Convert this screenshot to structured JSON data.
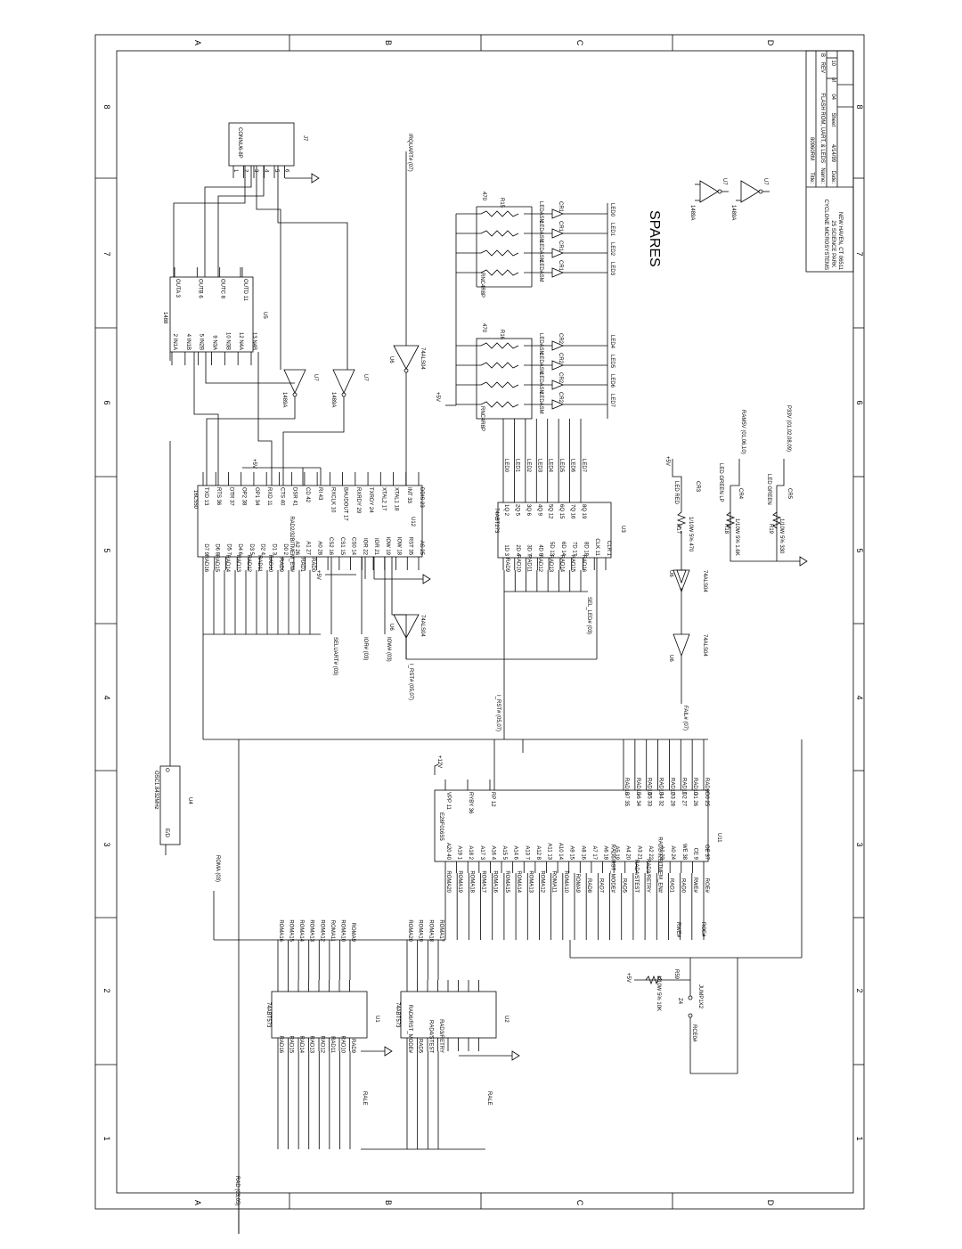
{
  "zones": {
    "columns": [
      "A",
      "B",
      "C",
      "D"
    ],
    "rows": [
      "8",
      "7",
      "6",
      "5",
      "4",
      "3",
      "2",
      "1"
    ]
  },
  "sheet_title": "SPARES",
  "title_block": {
    "title_label": "Title:",
    "title": "80960RM",
    "name_label": "Name:",
    "name": "FLASH ROM, UART, & LEDS",
    "rev_label": "REV",
    "rev": "B",
    "date_label": "Date:",
    "date": "4/14/99",
    "sheet_label": "Sheet",
    "sheet": "04",
    "of_label": "of",
    "of": "10",
    "company": "CYCLONE MICROSYSTEMS",
    "address1": "25 SCIENCE PARK",
    "address2": "NEW HAVEN, CT 06511"
  },
  "components": {
    "j7": {
      "ref": "J7",
      "part": "CONNU6-8P",
      "pins": [
        "1",
        "2",
        "3",
        "4",
        "5",
        "6"
      ]
    },
    "u5": {
      "ref": "U5",
      "part": "1488",
      "left_pins": [
        "2 IN1A",
        "4 IN1B",
        "5 IN2B",
        "9 N3A",
        "10 N3B",
        "12 N4A",
        "13 N4B"
      ],
      "right_pins": [
        "OUTA 3",
        "OUTB 6",
        "OUTC 8",
        "OUTD 11"
      ]
    },
    "u7": {
      "ref": "U7",
      "part": "1489A"
    },
    "u6": {
      "ref": "U6",
      "part": "74ALS04"
    },
    "u12": {
      "ref": "U12",
      "part": "16C550",
      "left_pins": [
        "D7 9",
        "D6 8",
        "D5 7",
        "D4 6",
        "D3 5",
        "D2 4",
        "D1 3",
        "D0 2",
        "A2 26",
        "A1 27",
        "A0 28",
        "CS2 16",
        "CS1 15",
        "CS0 14",
        "IOR 22",
        "IOR 21",
        "IOW 19",
        "IOW 18",
        "RST 35",
        "AS 25"
      ],
      "right_pins": [
        "TXD 13",
        "RTS 36",
        "DTR 37",
        "OP2 38",
        "OP1 34",
        "RXD 11",
        "CTS 40",
        "DSR 41",
        "CD 42",
        "RI 43",
        "RXCLK 10",
        "BAUDOUT 17",
        "RXRDY 29",
        "TXRDY 24",
        "XTAL2 17",
        "XTAL1 18",
        "INT 33",
        "DDIS 23"
      ]
    },
    "u3": {
      "ref": "U3",
      "part": "74ABT273",
      "left_pins": [
        "1D 3",
        "2D 4",
        "3D 7",
        "4D 8",
        "5D 13",
        "6D 14",
        "7D 17",
        "8D 18",
        "CLK 11",
        "CLR 1"
      ],
      "right_pins": [
        "1Q 2",
        "2Q 5",
        "3Q 6",
        "4Q 9",
        "5Q 12",
        "6Q 15",
        "7Q 16",
        "8Q 19"
      ]
    },
    "u4": {
      "ref": "U4",
      "part": "OSC1.8432MHz",
      "pins": [
        "E/D",
        "O"
      ]
    },
    "u11": {
      "ref": "U11",
      "part": "E28F016S5",
      "left_pins": [
        "A20 40",
        "A19 1",
        "A18 2",
        "A17 3",
        "A16 4",
        "A15 5",
        "A14 6",
        "A13 7",
        "A12 8",
        "A11 13",
        "A10 14",
        "A9 15",
        "A8 16",
        "A7 17",
        "A6 18",
        "A5 19",
        "A4 20",
        "A3 21",
        "A2 22",
        "A1 23",
        "A0 24",
        "WE 38",
        "CE 9",
        "OE 37"
      ],
      "top_pins": [
        "VPP 11",
        "RYBY 36",
        "RP 12"
      ],
      "right_pins": [
        "D7 35",
        "D6 34",
        "D5 33",
        "D4 32",
        "D3 28",
        "D2 27",
        "D1 26",
        "D0 25"
      ]
    },
    "u1": {
      "ref": "U1",
      "part": "74ABT573"
    },
    "u2": {
      "ref": "U2",
      "part": "74ABT573"
    },
    "r15": {
      "ref": "R15",
      "value": "470",
      "part": "RNC4R8P"
    },
    "r16": {
      "ref": "R16",
      "value": "470",
      "part": "RNC4R8P"
    },
    "r17": {
      "ref": "R17",
      "value": "1/10W 5% 470"
    },
    "r18": {
      "ref": "R18",
      "value": "1/10W 5% 1.6K"
    },
    "r19": {
      "ref": "R19",
      "value": "1/10W 5% 330"
    },
    "r59": {
      "ref": "R59",
      "value": "1/10W 5% 10K"
    },
    "cr3": {
      "ref": "CR3",
      "part": "LED RED"
    },
    "cr4": {
      "ref": "CR4",
      "part": "LED GREEN LP"
    },
    "cr5": {
      "ref": "CR5",
      "part": "LED GREEN"
    },
    "z4": {
      "ref": "Z4",
      "part": "JUMP1X2"
    },
    "ledbank": {
      "part": "LEDASM",
      "refs": [
        "CR1",
        "CR2"
      ]
    }
  },
  "nets": {
    "rad_bus": [
      "RAD16",
      "RAD15",
      "RAD14",
      "RAD13",
      "RAD12",
      "RAD11",
      "RAD10",
      "RAD9"
    ],
    "u12_data": [
      "RAD16",
      "RAD15",
      "RAD14",
      "RAD13",
      "RAD12",
      "RAD11",
      "RAD10",
      "RAD9",
      "RAD2/32BITMEM_EN#",
      "RAD1",
      "RAD0"
    ],
    "u3_in": [
      "RAD9",
      "RAD10",
      "RAD11",
      "RAD12",
      "RAD13",
      "RAD14",
      "RAD15",
      "RAD16"
    ],
    "leds": [
      "LED0",
      "LED1",
      "LED2",
      "LED3",
      "LED4",
      "LED5",
      "LED6",
      "LED7"
    ],
    "roma_hi": [
      "ROMA16",
      "ROMA15",
      "ROMA14",
      "ROMA13",
      "ROMA12",
      "ROMA11",
      "ROMA10",
      "ROMA9"
    ],
    "roma_lo": [
      "ROMA20",
      "ROMA19",
      "ROMA18",
      "ROMA17"
    ],
    "u2_in": [
      "RAD6/RST_MODE#",
      "RAD5",
      "RAD4/STEST",
      "RAD3/RETRY"
    ],
    "u11_addr": [
      "ROMA20",
      "ROMA19",
      "ROMA18",
      "ROMA17",
      "ROMA16",
      "ROMA15",
      "ROMA14",
      "ROMA13",
      "ROMA12",
      "ROMA11",
      "ROMA10",
      "ROMA9",
      "RAD8",
      "RAD7",
      "RAD6/RST_MODE#",
      "RAD5",
      "RAD4/STEST",
      "RAD3/RETRY",
      "RAD2/32BITMEM_EN#",
      "RAD1",
      "RAD0",
      "RWE#",
      "ROE#"
    ],
    "u11_data": [
      "RAD16",
      "RAD15",
      "RAD14",
      "RAD13",
      "RAD12",
      "RAD11",
      "RAD10",
      "RAD9"
    ],
    "labels": {
      "irquart": "IRQUART# (07)",
      "seluart": "SELUART# (03)",
      "ior": "IOR# (03)",
      "iow": "IOW# (03)",
      "irst": "I_RST# (05,07)",
      "irst2": "I_RST# (05,07)",
      "selled": "SEL_LED# (03)",
      "fail": "FAIL# (07)",
      "roma": "ROMA (03)",
      "rad": "RAD (03,05)",
      "rale": "RALE",
      "rale2": "RALE",
      "rwe": "RWE#",
      "roe": "ROE#",
      "rcen": "RCE0#",
      "ram5v": "RAM5V (01,06,10)",
      "p33v": "P33V (01,02,08,09)",
      "p5v": "+5V",
      "p12v": "+12V"
    }
  }
}
